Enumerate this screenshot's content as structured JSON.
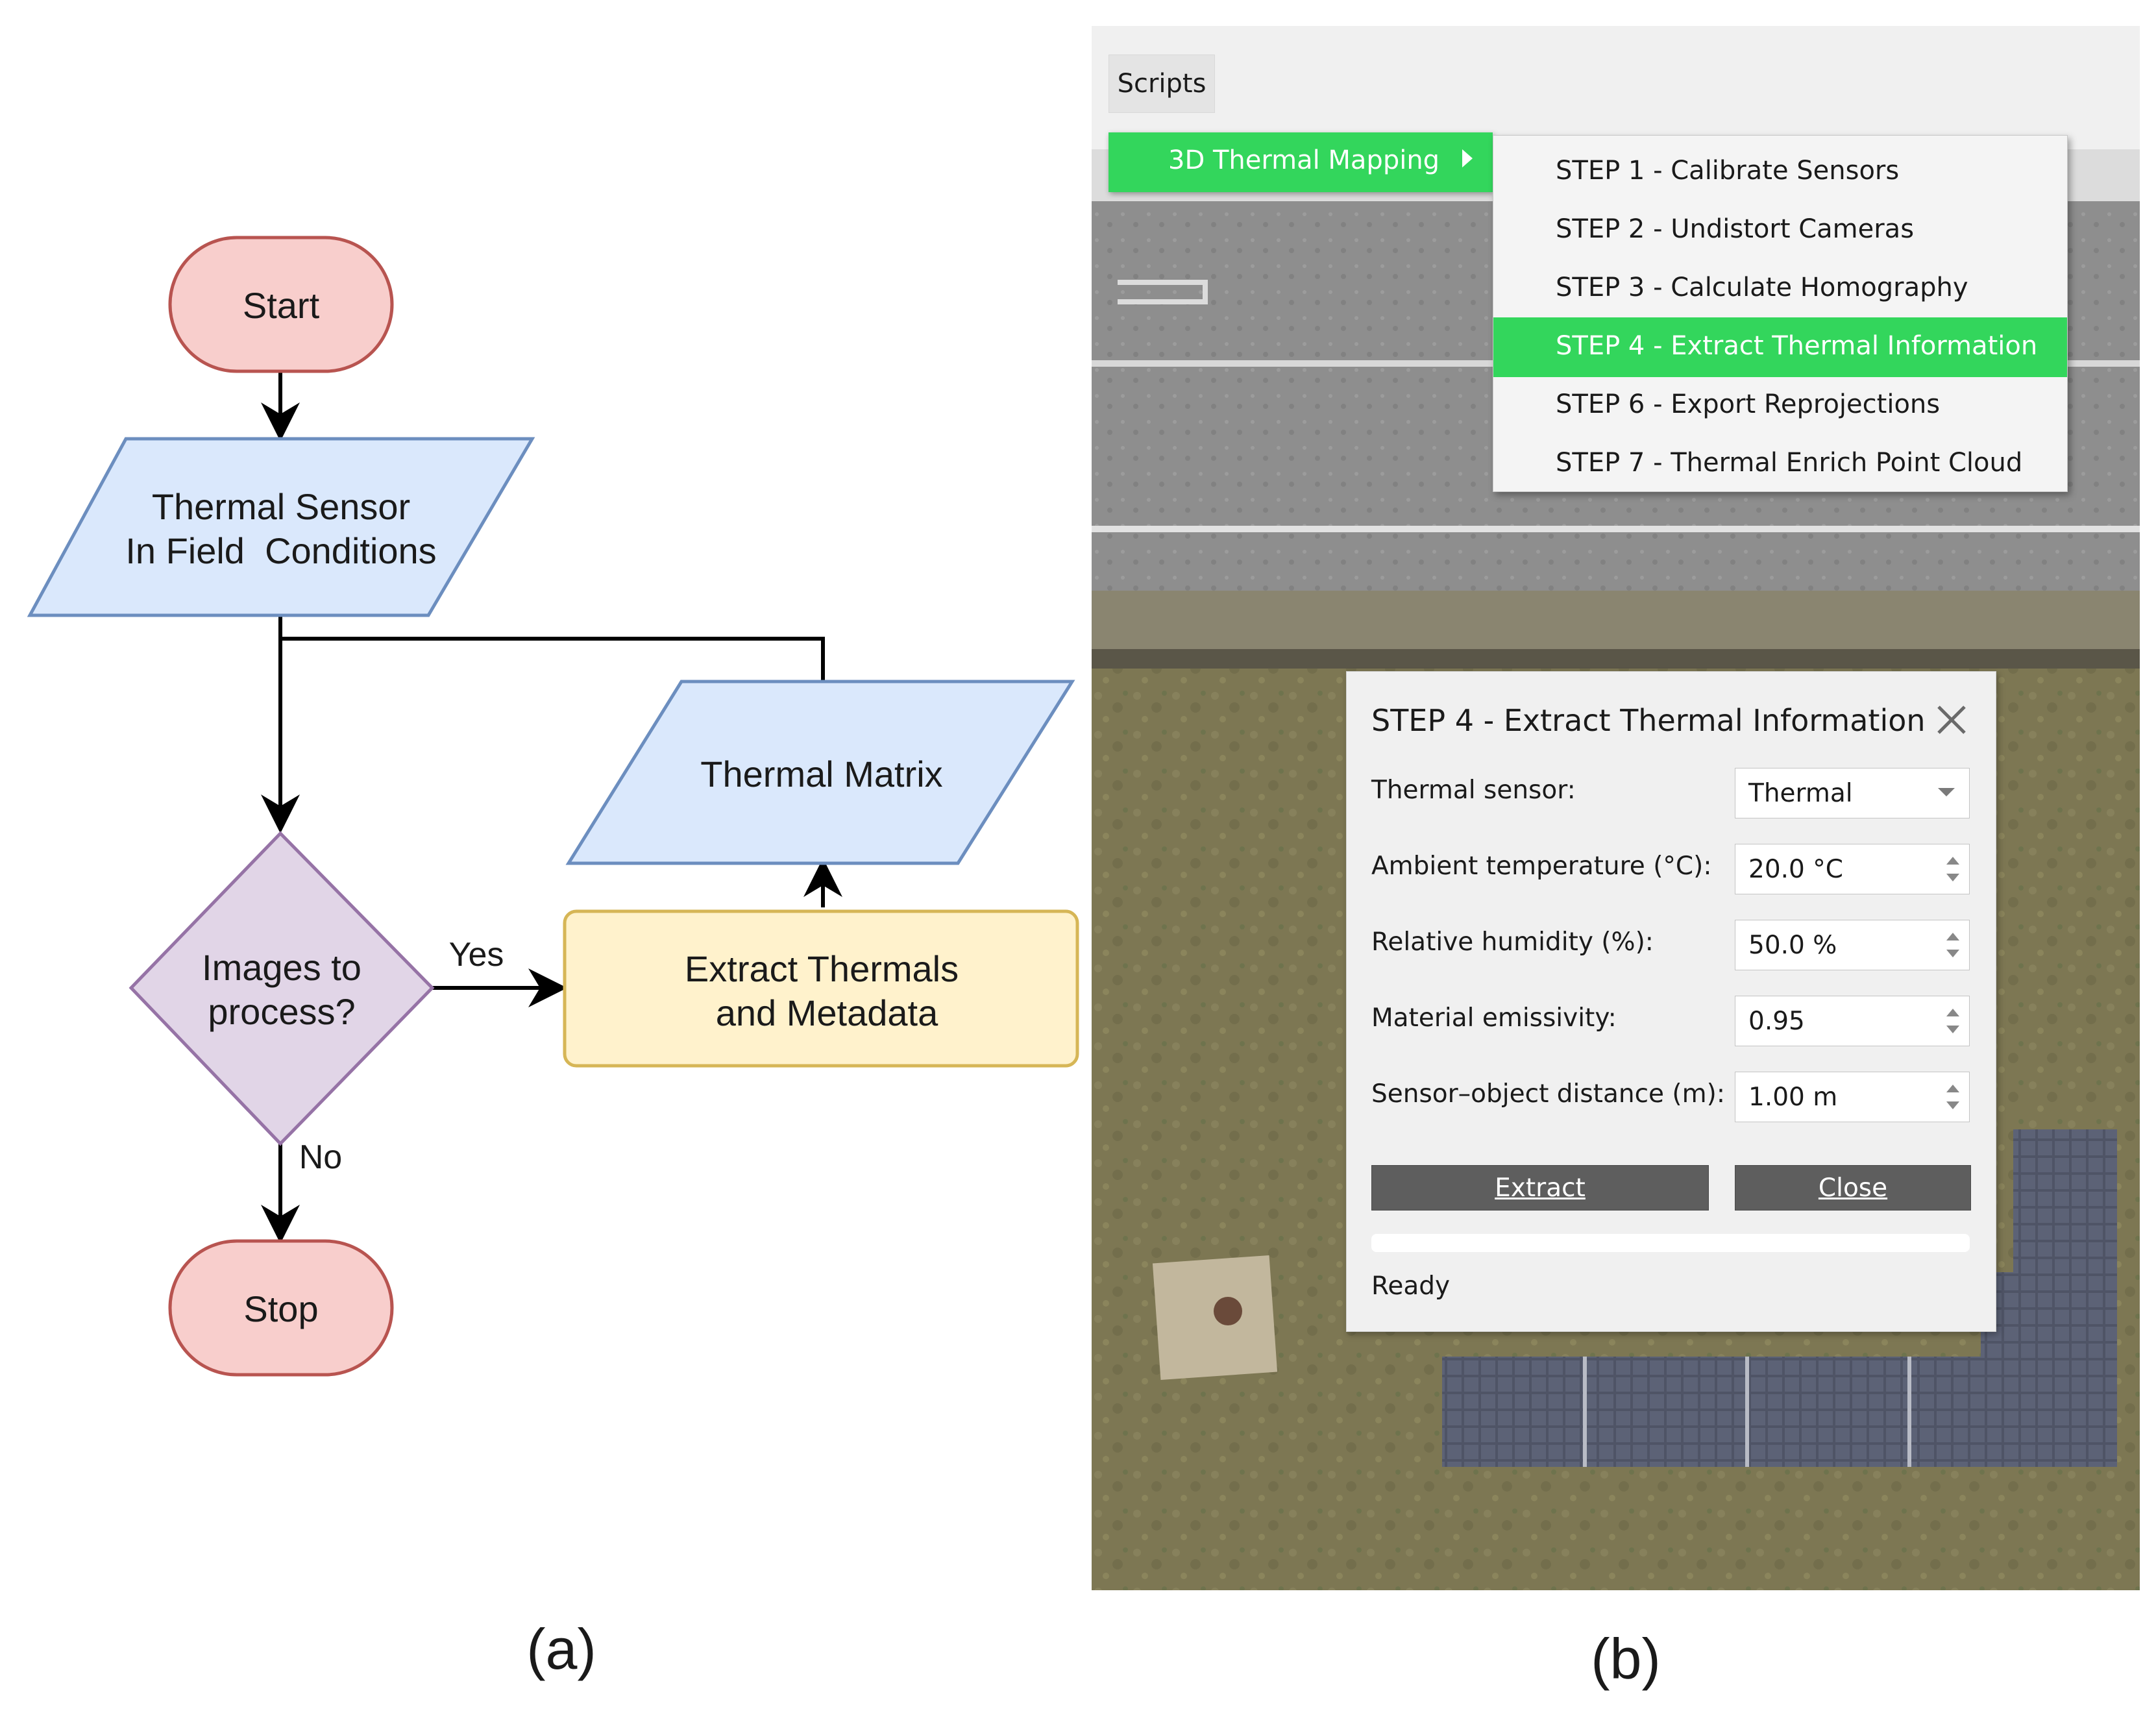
{
  "flowchart": {
    "nodes": {
      "start": "Start",
      "input_line1": "Thermal Sensor",
      "input_line2": "In Field  Conditions",
      "decision_line1": "Images to",
      "decision_line2": "process?",
      "process_line1": "Extract Thermals",
      "process_line2": "and Metadata",
      "output": "Thermal Matrix",
      "stop": "Stop"
    },
    "edges": {
      "yes": "Yes",
      "no": "No"
    },
    "colors": {
      "terminal_fill": "#f8cecc",
      "terminal_stroke": "#b85450",
      "io_fill": "#dae8fc",
      "io_stroke": "#6c8ebf",
      "decision_fill": "#e1d5e7",
      "decision_stroke": "#9673a6",
      "process_fill": "#fff2cc",
      "process_stroke": "#d6b656"
    }
  },
  "captions": {
    "a": "(a)",
    "b": "(b)"
  },
  "app": {
    "menu_bar": {
      "scripts": "Scripts"
    },
    "submenu_parent": "3D Thermal Mapping",
    "steps": [
      "STEP 1 - Calibrate Sensors",
      "STEP 2 - Undistort Cameras",
      "STEP 3 - Calculate Homography",
      "STEP 4 - Extract Thermal Information",
      "STEP 6 - Export Reprojections",
      "STEP 7 - Thermal Enrich Point Cloud"
    ],
    "active_step_index": 3,
    "highlight_color": "#33d65c",
    "dialog": {
      "title": "STEP 4 - Extract Thermal Information",
      "fields": [
        {
          "label": "Thermal sensor:",
          "value": "Thermal"
        },
        {
          "label": "Ambient temperature (°C):",
          "value": "20.0 °C"
        },
        {
          "label": "Relative humidity (%):",
          "value": "50.0 %"
        },
        {
          "label": "Material emissivity:",
          "value": "0.95"
        },
        {
          "label": "Sensor–object distance (m):",
          "value": "1.00 m"
        }
      ],
      "buttons": {
        "extract": "Extract",
        "close": "Close"
      },
      "status": "Ready",
      "progress": 0
    }
  }
}
